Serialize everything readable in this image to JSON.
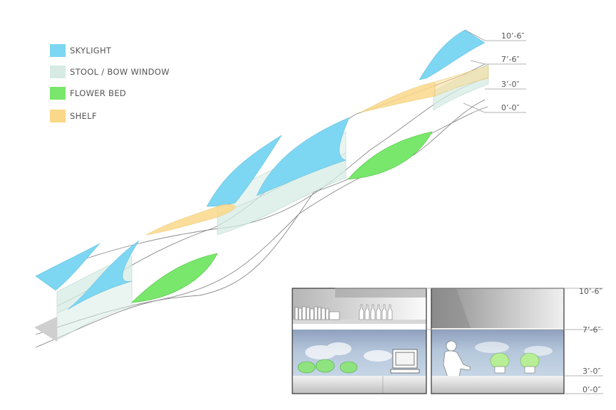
{
  "legend": [
    {
      "label": "SKYLIGHT",
      "color": "#7dd6f2"
    },
    {
      "label": "STOOL / BOW WINDOW",
      "color": "#d6ebe3"
    },
    {
      "label": "FLOWER BED",
      "color": "#79e66c"
    },
    {
      "label": "SHELF",
      "color": "#fad889"
    }
  ],
  "plan_levels": [
    "10’-6″",
    "7’-6″",
    "3’-0″",
    "0’-0″"
  ],
  "section_levels": [
    "10’-6″",
    "7’-6″",
    "3’-0″",
    "0’-0″"
  ]
}
